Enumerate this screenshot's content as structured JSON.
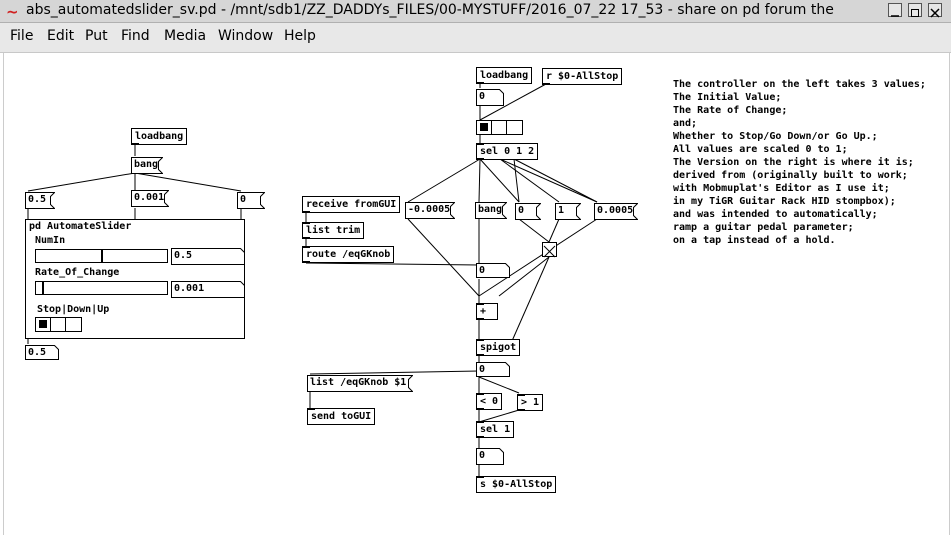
{
  "window": {
    "title": "abs_automatedslider_sv.pd  - /mnt/sdb1/ZZ_DADDYs_FILES/00-MYSTUFF/2016_07_22 17_53 - share on pd forum the",
    "app_icon": "pd-tilde-icon"
  },
  "menu": [
    "File",
    "Edit",
    "Put",
    "Find",
    "Media",
    "Window",
    "Help"
  ],
  "left_patch": {
    "loadbang": "loadbang",
    "bang_msg": "bang",
    "msg_initial": "0.5",
    "msg_rate": "0.001",
    "msg_stop": "0",
    "subpatch": "pd AutomateSlider",
    "slider1_label": "NumIn",
    "slider1_value": "0.5",
    "slider1_level": 0.5,
    "slider2_label": "Rate_Of_Change",
    "slider2_value": "0.001",
    "slider2_level": 0.05,
    "radio_label": "Stop|Down|Up",
    "radio_selected": 0,
    "out_number": "0.5"
  },
  "middle_patch": {
    "receive": "receive fromGUI",
    "list_trim": "list trim",
    "route": "route /eqGKnob",
    "list_out": "list /eqGKnob $1",
    "send": "send toGUI"
  },
  "right_patch": {
    "loadbang": "loadbang",
    "receive_allstop": "r $0-AllStop",
    "num_top": "0",
    "radio_selected": 0,
    "sel": "sel 0 1 2",
    "msg_down": "-0.0005",
    "msg_bang": "bang",
    "msg_0": "0",
    "msg_1": "1",
    "msg_up": "0.0005",
    "num_mid": "0",
    "plus": "+",
    "spigot": "spigot",
    "num_after_spigot": "0",
    "lt": "< 0",
    "gt": "> 1",
    "sel1": "sel 1",
    "num_bottom": "0",
    "send_allstop": "s $0-AllStop"
  },
  "comment": "The controller on the left takes 3 values;\nThe Initial Value;\nThe Rate of Change;\nand;\nWhether to Stop/Go Down/or Go Up.;\nAll values are scaled 0 to 1;\nThe Version on the right is where it is;\nderived from (originally built to work;\nwith Mobmuplat's Editor as I use it;\nin my TiGR Guitar Rack HID stompbox);\nand was intended to automatically;\nramp a guitar pedal parameter;\non a tap instead of a hold."
}
